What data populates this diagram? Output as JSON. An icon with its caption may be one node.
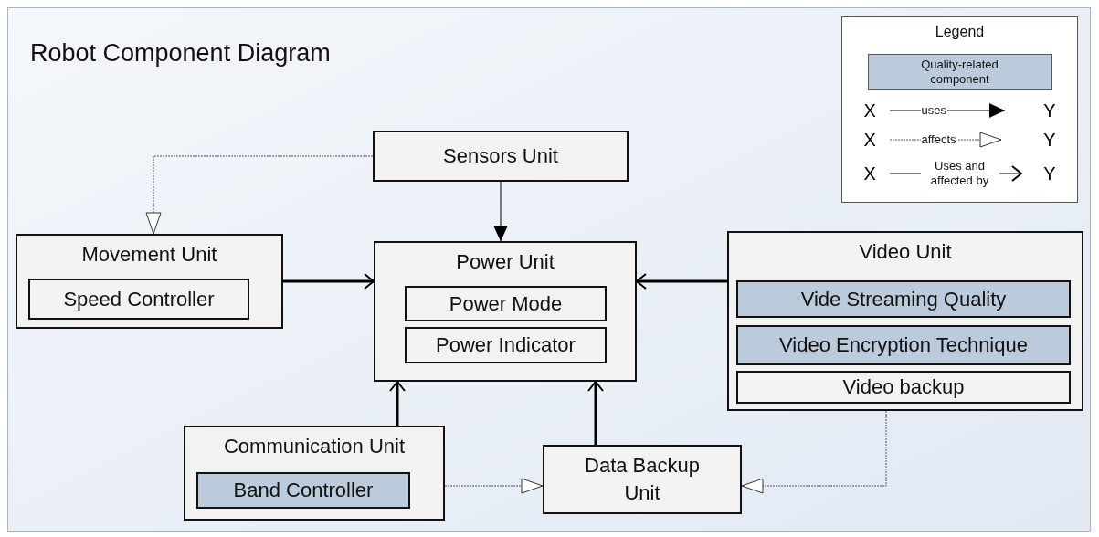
{
  "diagram": {
    "title": "Robot Component Diagram",
    "nodes": [
      {
        "text": [
          "Sensors Unit"
        ]
      },
      {
        "text": [
          "Movement Unit"
        ]
      },
      {
        "text": [
          "Speed Controller"
        ],
        "in": 1
      },
      {
        "text": [
          "Power Unit"
        ]
      },
      {
        "text": [
          "Power Mode"
        ],
        "in": 3
      },
      {
        "text": [
          "Power Indicator"
        ],
        "in": 3
      },
      {
        "text": [
          "Video Unit"
        ]
      },
      {
        "text": [
          "Vide Streaming Quality"
        ],
        "in": 6
      },
      {
        "text": [
          "Video Encryption Technique"
        ],
        "in": 6
      },
      {
        "text": [
          "Video backup"
        ],
        "in": 6
      },
      {
        "text": [
          "Communication Unit"
        ]
      },
      {
        "text": [
          "Band Controller"
        ],
        "in": 10
      },
      {
        "text": [
          "Data Backup Unit"
        ]
      }
    ],
    "edges": [
      {
        "from": 0,
        "to": 1,
        "arrow": "to",
        "style": "dashed"
      },
      {
        "from": 0,
        "to": 3,
        "arrow": "to"
      },
      {
        "from": 1,
        "to": 3,
        "arrow": "to",
        "style": "thick"
      },
      {
        "from": 6,
        "to": 3,
        "arrow": "to",
        "style": "thick"
      },
      {
        "from": 10,
        "to": 3,
        "arrow": "to",
        "style": "thick"
      },
      {
        "from": 12,
        "to": 3,
        "arrow": "to",
        "style": "thick"
      },
      {
        "from": 10,
        "to": 12,
        "arrow": "to",
        "style": "dashed"
      },
      {
        "from": 6,
        "to": 12,
        "arrow": "to",
        "style": "dashed"
      }
    ],
    "labels": [
      "Legend",
      "X",
      "Y",
      "X",
      "Y",
      "X",
      "Y"
    ],
    "legend": [
      {
        "text": "Quality-related component",
        "color": "#bccbdc"
      },
      {
        "text": "uses"
      },
      {
        "text": "affects"
      },
      {
        "text": "Uses and affected by"
      }
    ]
  }
}
